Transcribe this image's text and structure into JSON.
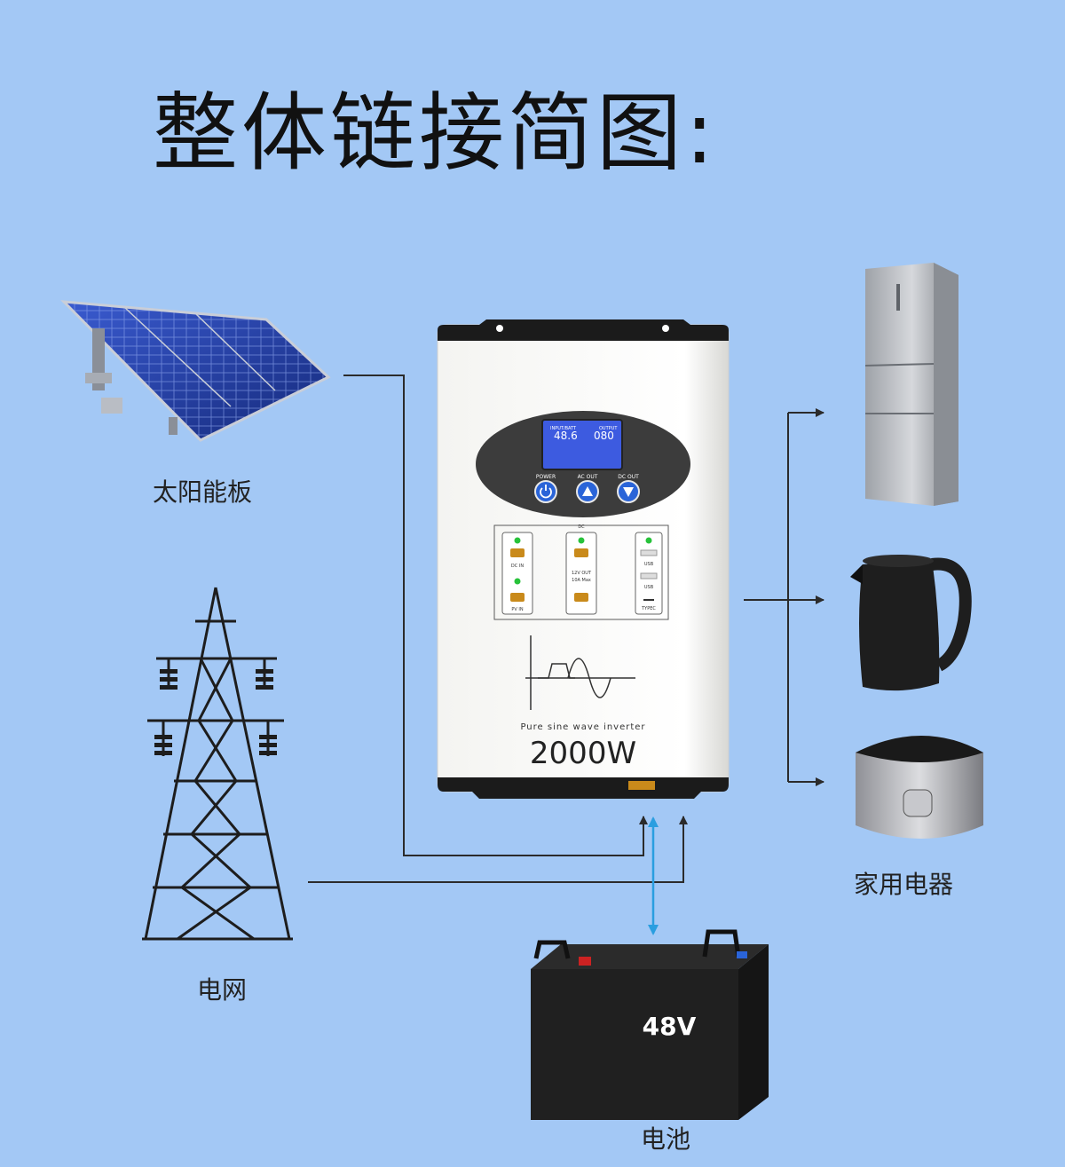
{
  "title": "整体链接简图:",
  "labels": {
    "solar_panel": "太阳能板",
    "grid": "电网",
    "appliances": "家用电器",
    "battery": "电池"
  },
  "inverter": {
    "lcd_left_caption": "INPUT/BATT",
    "lcd_left_value": "48.6",
    "lcd_right_caption": "OUTPUT",
    "lcd_right_value": "080",
    "btn_power": "POWER",
    "btn_ac_out": "AC OUT",
    "btn_dc_out": "DC OUT",
    "dc_section": "DC",
    "dc_in": "DC IN",
    "pv_in": "PV IN",
    "out_12v": "12V OUT",
    "out_10a": "10A Max",
    "usb1": "USB",
    "usb2": "USB",
    "typec": "TYPEC",
    "subtitle": "Pure sine wave inverter",
    "power_rating": "2000W"
  },
  "battery": {
    "voltage": "48V"
  },
  "colors": {
    "background": "#a3c8f5",
    "line": "#2b2b2b",
    "battery_link": "#2a9ee0",
    "lcd": "#3d5be0"
  }
}
